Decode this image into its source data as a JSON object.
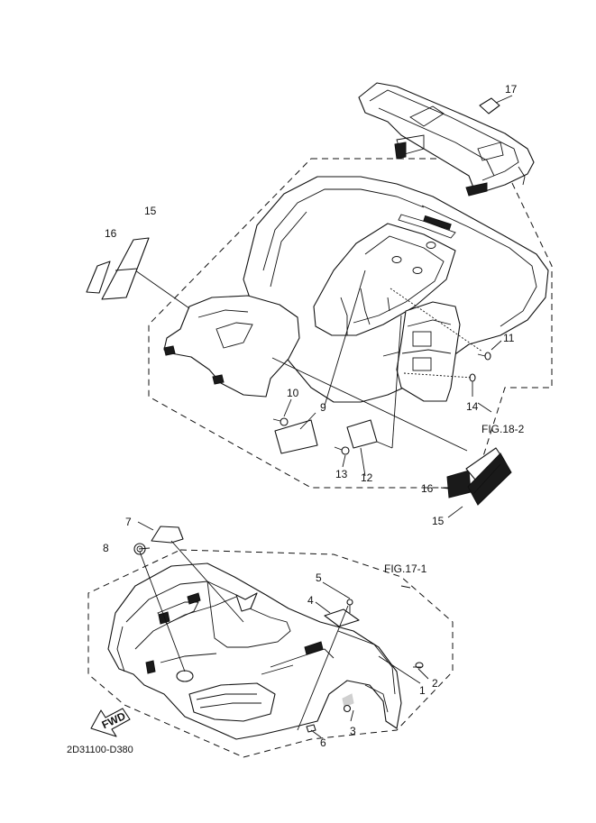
{
  "diagram_code": "2D31100-D380",
  "fwd_label": "FWD",
  "figure_refs": {
    "rear_group": "FIG.18-2",
    "front_group": "FIG.17-1"
  },
  "callouts": {
    "c1": "1",
    "c2": "2",
    "c3": "3",
    "c4": "4",
    "c5": "5",
    "c6": "6",
    "c7": "7",
    "c8": "8",
    "c9": "9",
    "c10": "10",
    "c11": "11",
    "c12": "12",
    "c13": "13",
    "c14": "14",
    "c15a": "15",
    "c15b": "15",
    "c16a": "16",
    "c16b": "16",
    "c17": "17"
  },
  "colors": {
    "ink": "#111111",
    "paper": "#ffffff"
  }
}
